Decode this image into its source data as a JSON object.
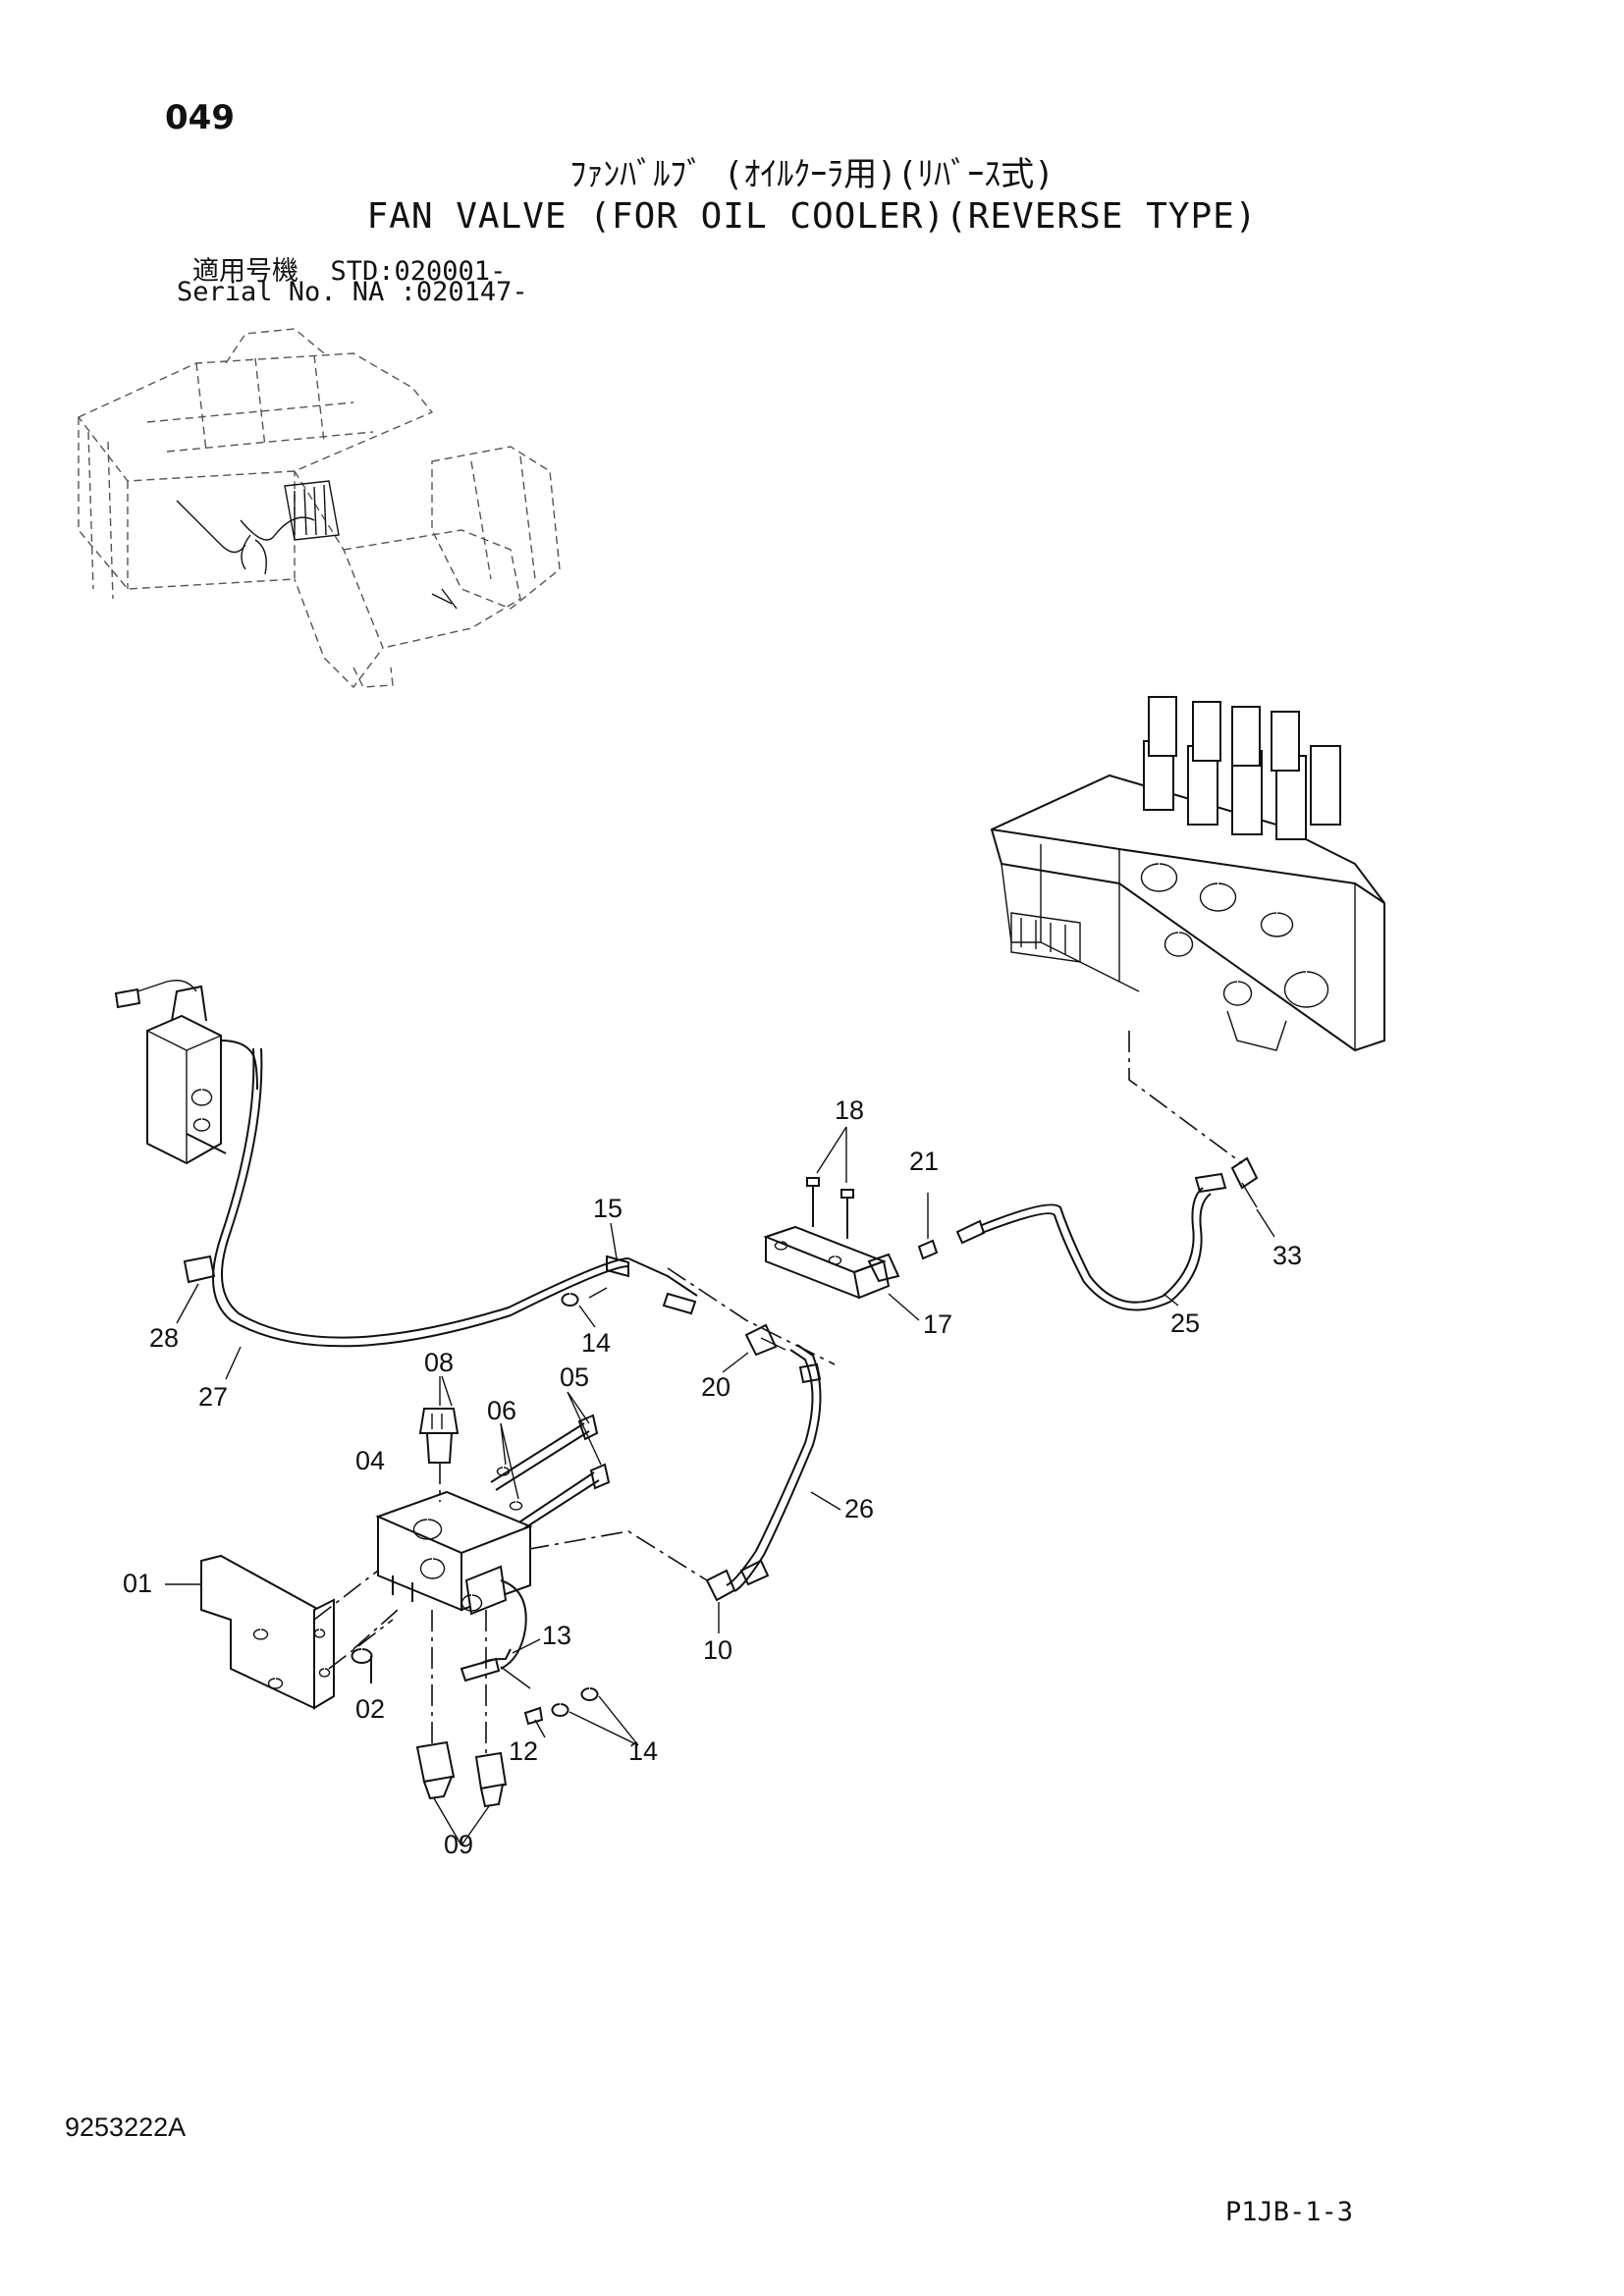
{
  "header": {
    "page_number": "049",
    "title_jp": "ﾌｧﾝﾊﾞﾙﾌﾞ (ｵｲﾙｸｰﾗ用)(ﾘﾊﾞｰｽ式)",
    "title_en": "FAN VALVE (FOR OIL COOLER)(REVERSE TYPE)",
    "serial_line_1": "適用号機  STD:020001-",
    "serial_line_2": "Serial No. NA :020147-"
  },
  "footer": {
    "diagram_number": "9253222A",
    "page_ref": "P1JB-1-3"
  },
  "callouts": [
    "01",
    "02",
    "04",
    "05",
    "06",
    "08",
    "09",
    "10",
    "12",
    "13",
    "14",
    "14",
    "15",
    "17",
    "18",
    "20",
    "21",
    "25",
    "26",
    "27",
    "28",
    "33"
  ]
}
